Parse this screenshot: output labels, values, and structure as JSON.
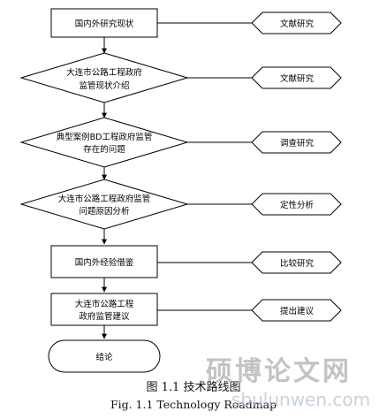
{
  "flow": {
    "step1": "国内外研究现状",
    "step2": [
      "大连市公路工程政府",
      "监管现状介绍"
    ],
    "step3": [
      "典型案例BD工程政府监管",
      "存在的问题"
    ],
    "step4": [
      "大连市公路工程政府监管",
      "问题原因分析"
    ],
    "step5": "国内外经验借鉴",
    "step6": [
      "大连市公路工程",
      "政府监管建议"
    ],
    "step7": "结论"
  },
  "methods": {
    "m1": "文献研究",
    "m2": "文献研究",
    "m3": "调查研究",
    "m4": "定性分析",
    "m5": "比较研究",
    "m6": "提出建议"
  },
  "caption": {
    "cn": "图 1.1    技术路线图",
    "en": "Fig. 1.1    Technology Roadmap"
  },
  "watermark": {
    "text": "硕博论文网",
    "site": "sbulunwen.com"
  }
}
